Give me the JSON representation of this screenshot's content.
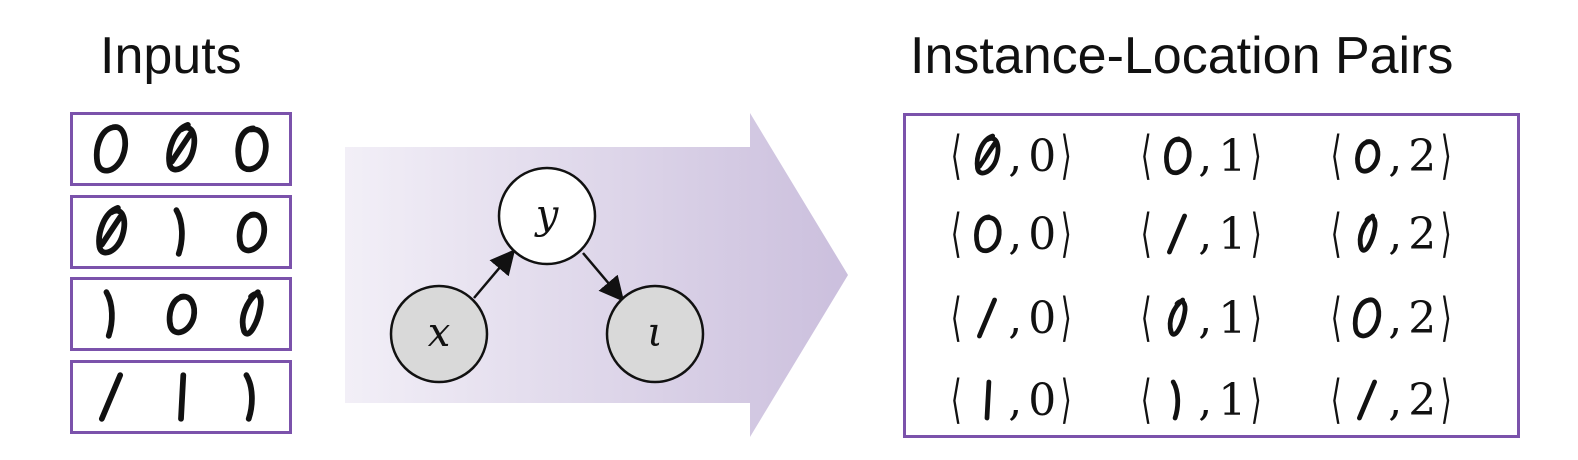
{
  "inputs_title": "Inputs",
  "pairs_title": "Instance-Location Pairs",
  "input_rows": [
    [
      "0",
      "0",
      "0"
    ],
    [
      "0",
      "1",
      "0"
    ],
    [
      "1",
      "0",
      "0"
    ],
    [
      "1",
      "1",
      "1"
    ]
  ],
  "graph": {
    "node_y": "y",
    "node_x": "x",
    "node_iota": "ι"
  },
  "pairs": [
    [
      {
        "digit": "0",
        "loc": "0"
      },
      {
        "digit": "0",
        "loc": "1"
      },
      {
        "digit": "0",
        "loc": "2"
      }
    ],
    [
      {
        "digit": "0",
        "loc": "0"
      },
      {
        "digit": "1",
        "loc": "1"
      },
      {
        "digit": "0",
        "loc": "2"
      }
    ],
    [
      {
        "digit": "1",
        "loc": "0"
      },
      {
        "digit": "0",
        "loc": "1"
      },
      {
        "digit": "0",
        "loc": "2"
      }
    ],
    [
      {
        "digit": "1",
        "loc": "0"
      },
      {
        "digit": "1",
        "loc": "1"
      },
      {
        "digit": "1",
        "loc": "2"
      }
    ]
  ],
  "colors": {
    "frame": "#7b52ab",
    "arrow_light": "#f1eef6",
    "arrow_dark": "#cdc2de",
    "observed_node": "#d9d9d9",
    "latent_node": "#ffffff"
  }
}
